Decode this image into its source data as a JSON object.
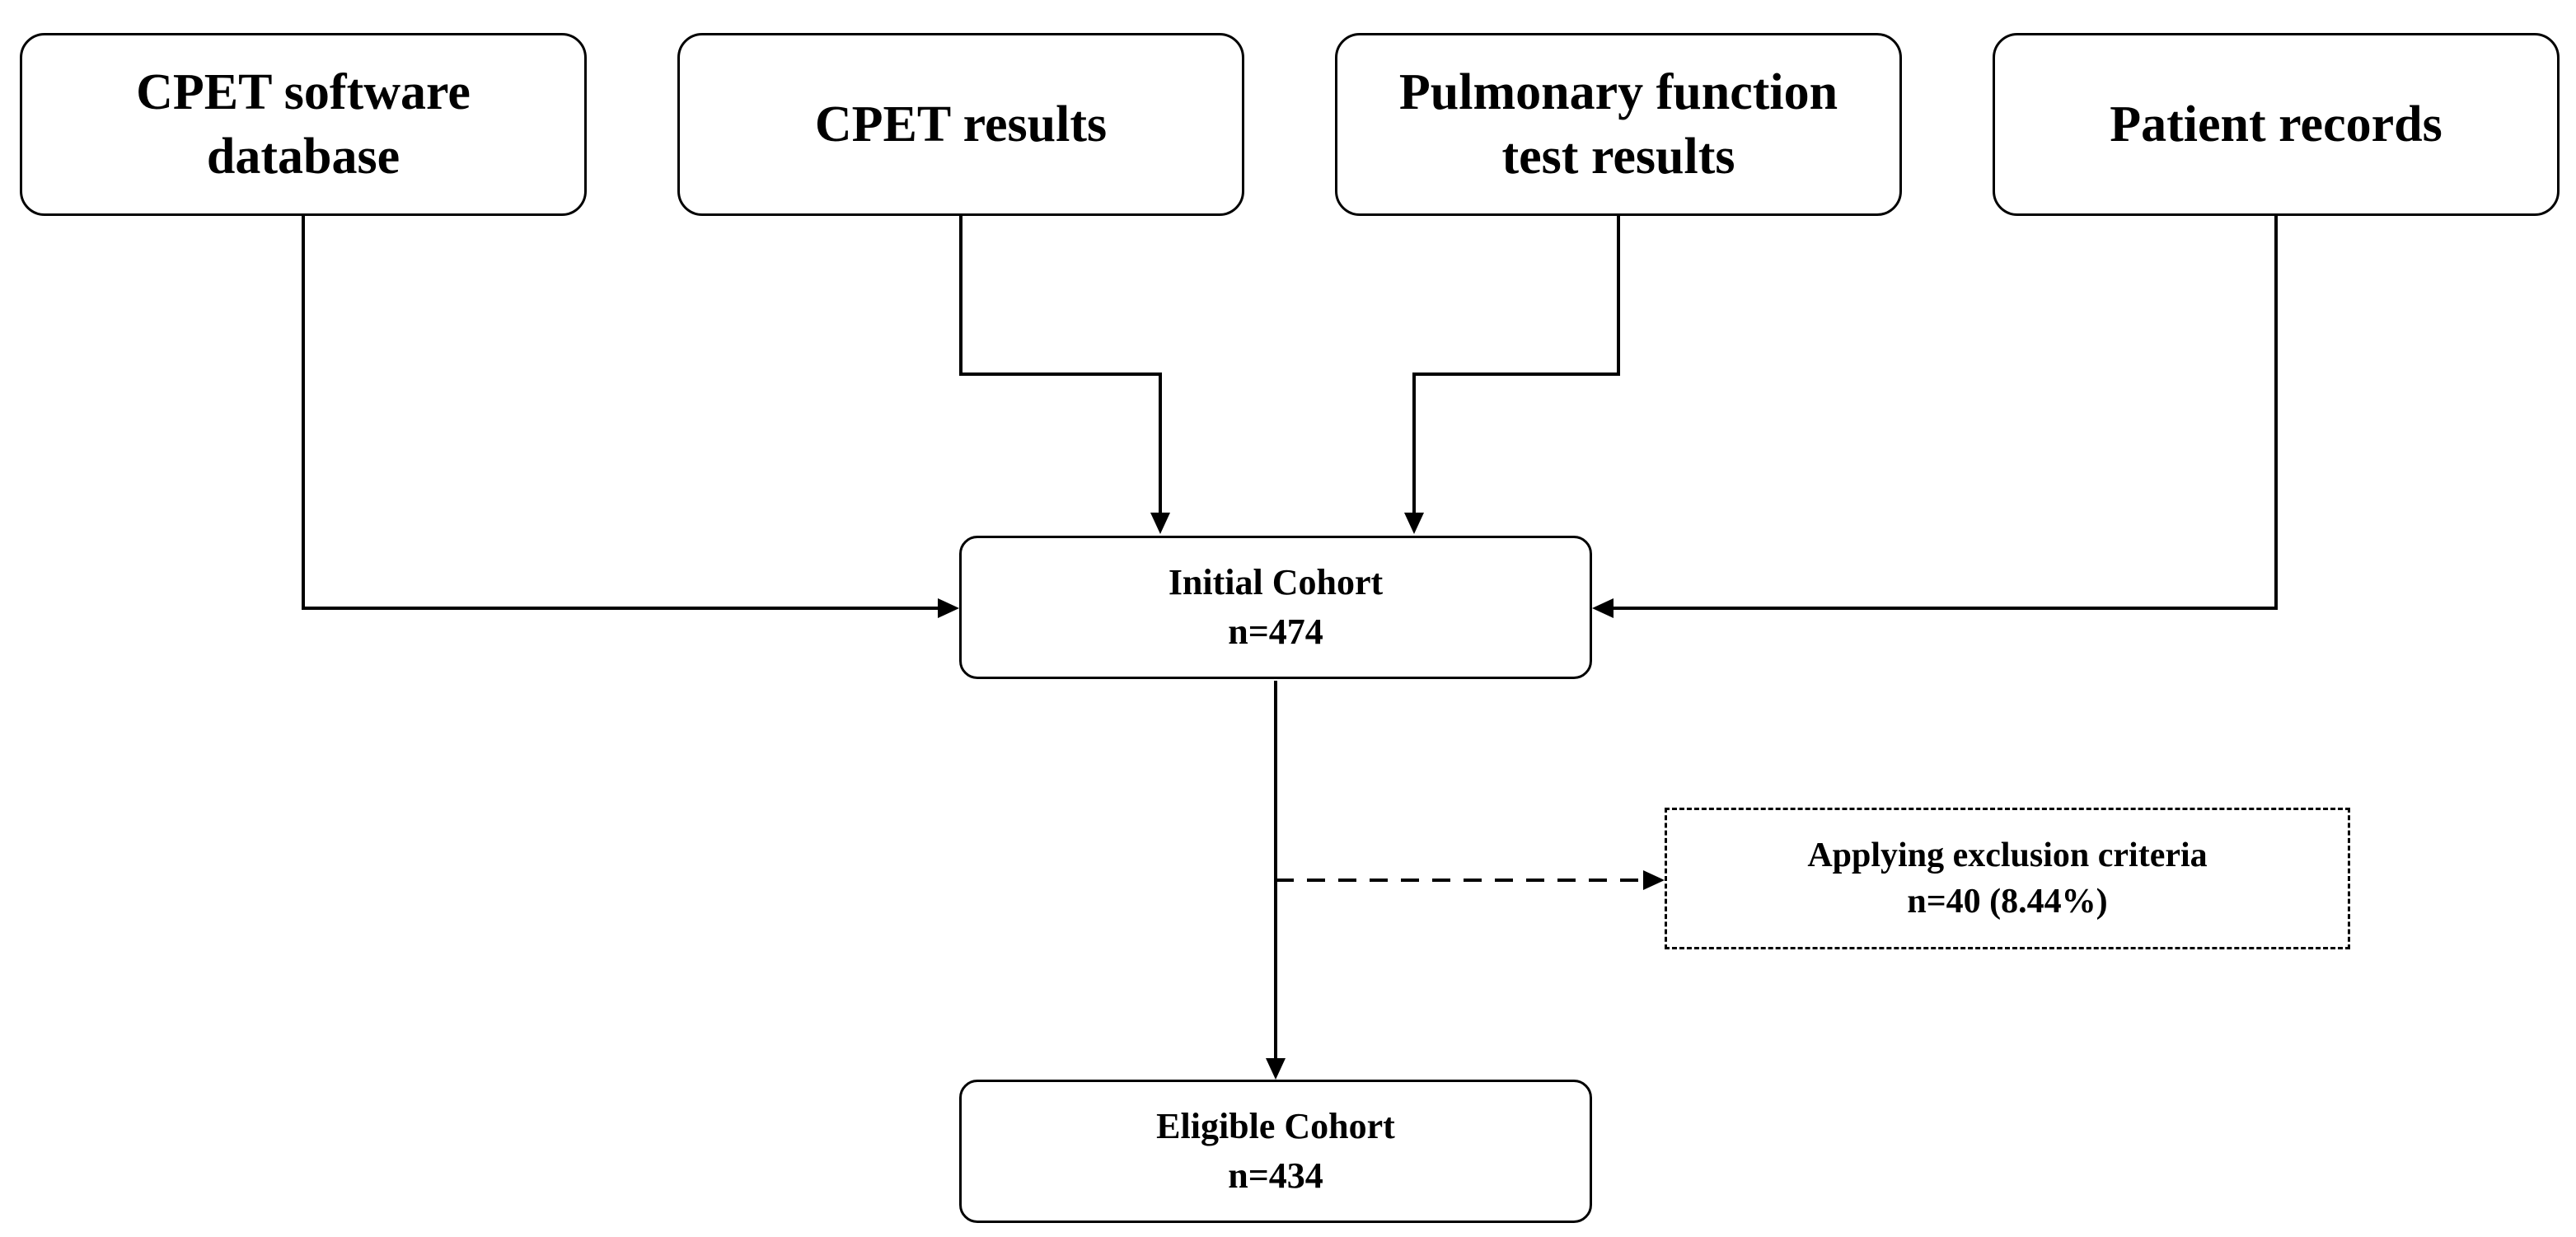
{
  "sources": [
    {
      "id": "cpet-software-database",
      "lines": [
        "CPET software",
        "database"
      ]
    },
    {
      "id": "cpet-results",
      "lines": [
        "CPET results"
      ]
    },
    {
      "id": "pulmonary-function-test-results",
      "lines": [
        "Pulmonary function",
        "test results"
      ]
    },
    {
      "id": "patient-records",
      "lines": [
        "Patient records"
      ]
    }
  ],
  "initial_cohort": {
    "label": "Initial Cohort",
    "count": "n=474"
  },
  "exclusion": {
    "label": "Applying exclusion criteria",
    "count": "n=40 (8.44%)"
  },
  "eligible_cohort": {
    "label": "Eligible Cohort",
    "count": "n=434"
  }
}
